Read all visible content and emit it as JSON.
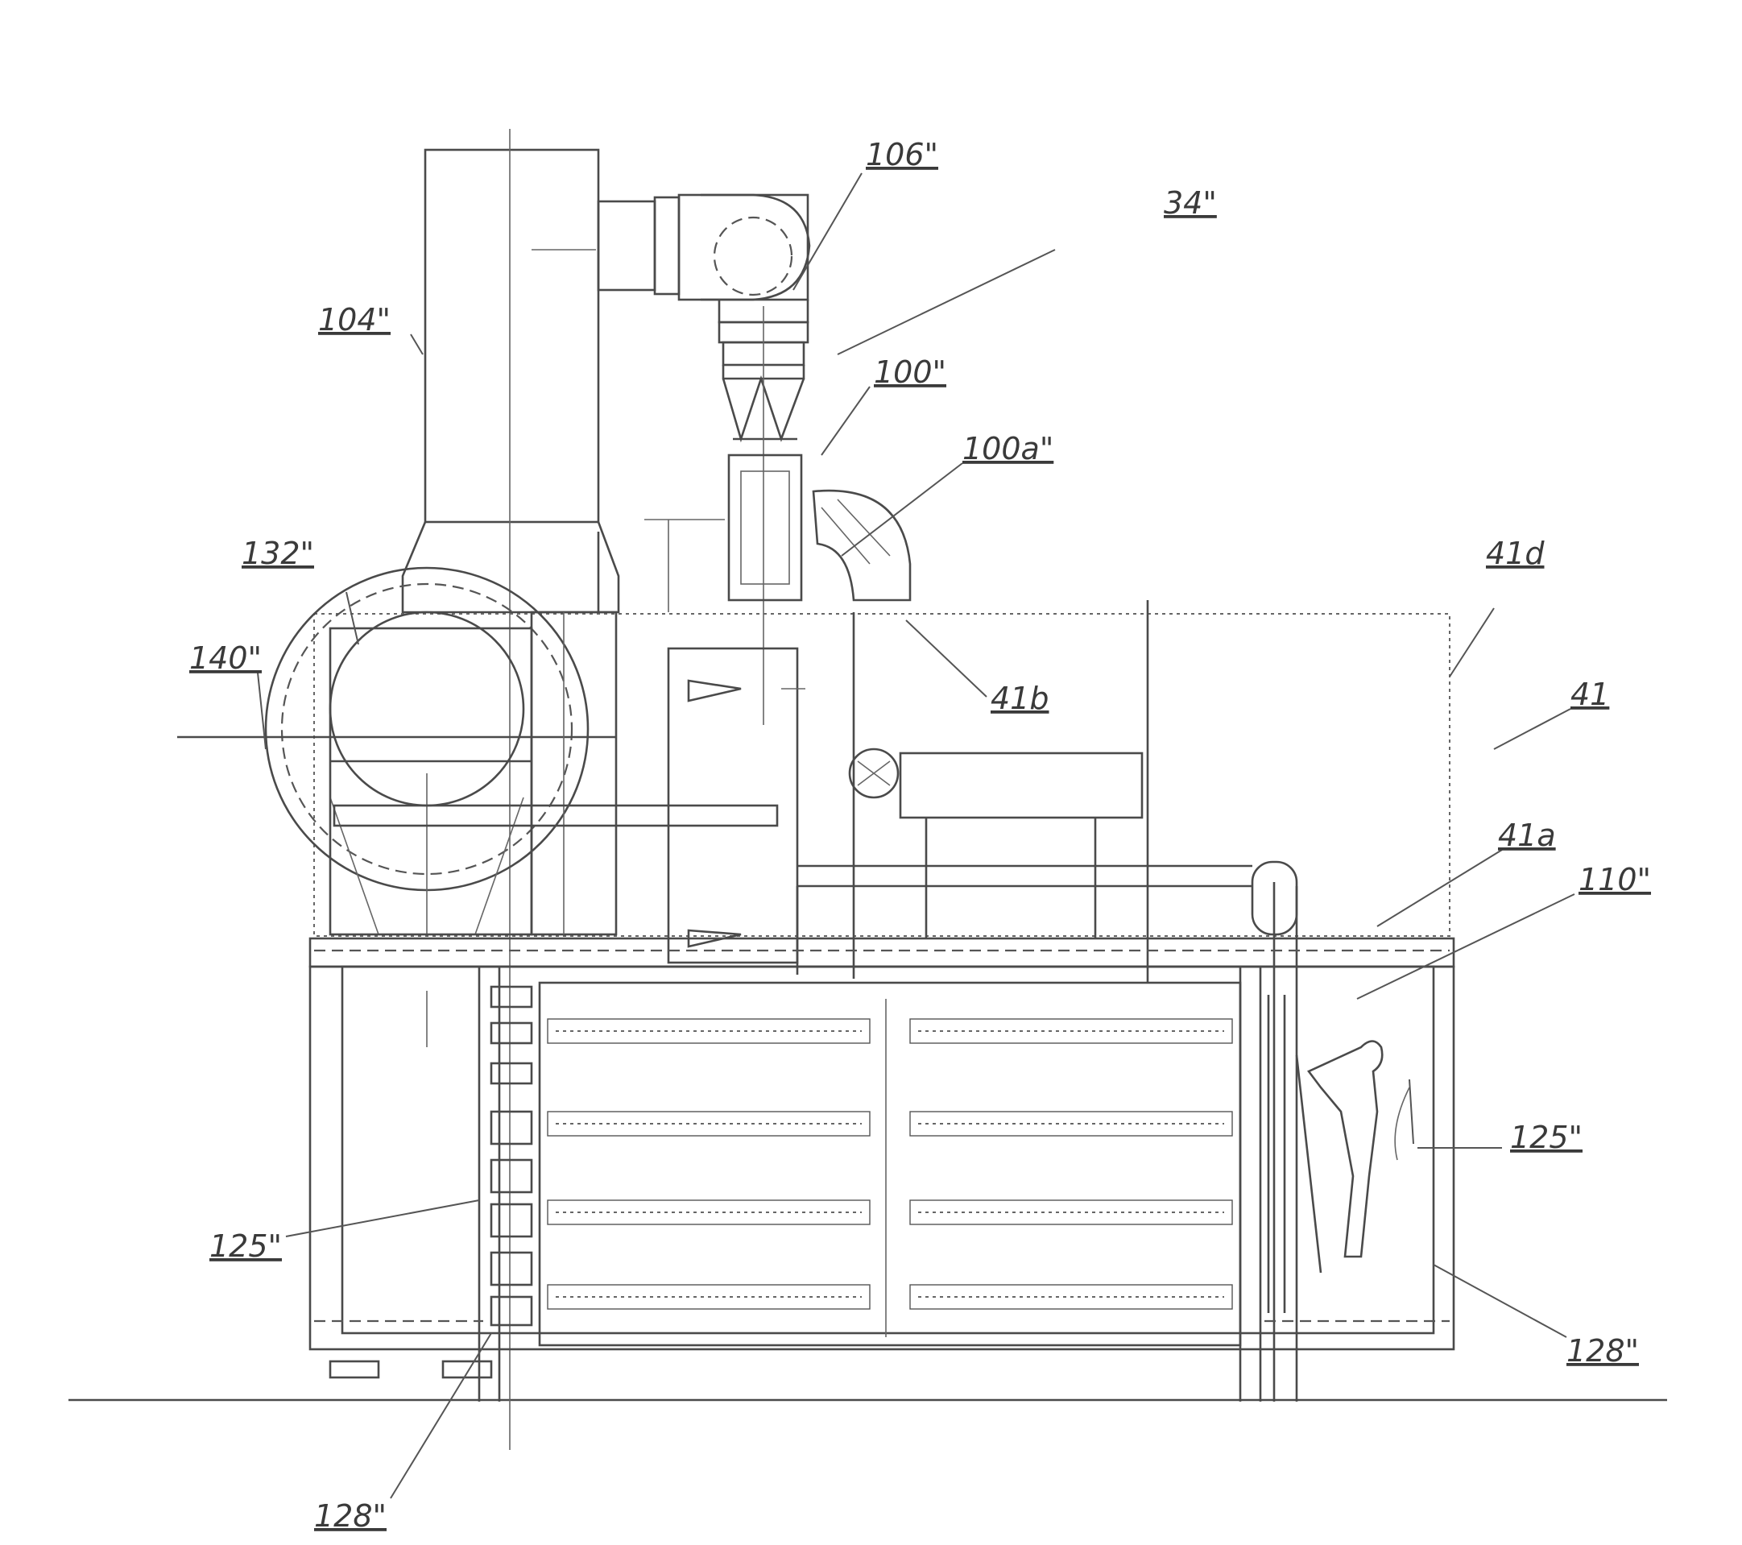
{
  "figure": {
    "labels": {
      "l106": "106\"",
      "l34": "34\"",
      "l104": "104\"",
      "l100": "100\"",
      "l100a": "100a\"",
      "l132": "132\"",
      "l140": "140\"",
      "l41d": "41d",
      "l41b": "41b",
      "l41": "41",
      "l41a": "41a",
      "l110": "110\"",
      "l125r": "125\"",
      "l125l": "125\"",
      "l128r": "128\"",
      "l128l": "128\""
    }
  }
}
